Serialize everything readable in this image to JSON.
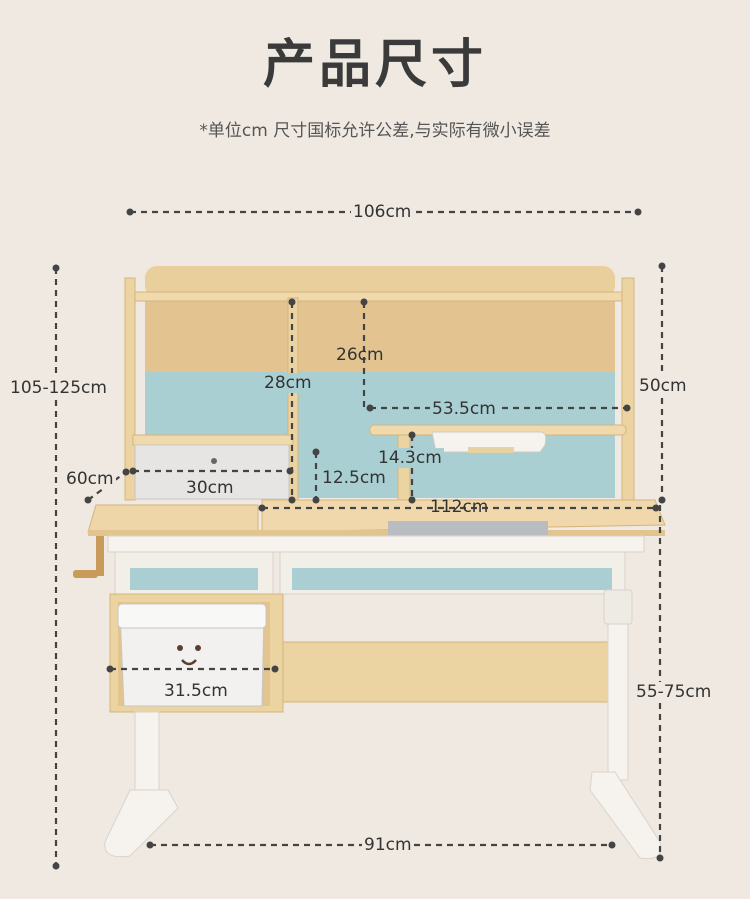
{
  "title": "产品尺寸",
  "subtitle": "*单位cm 尺寸国标允许公差,与实际有微小误差",
  "dimensions": {
    "total_width": "106cm",
    "total_height": "105-125cm",
    "hutch_height": "50cm",
    "desk_height": "55-75cm",
    "base_width": "91cm",
    "desk_top_width": "112cm",
    "depth": "60cm",
    "drawer_width": "30cm",
    "drawer_height": "28cm",
    "shelf_height": "26cm",
    "shelf_width": "53.5cm",
    "small_shelf_height": "14.3cm",
    "gap_height": "12.5cm",
    "bin_width": "31.5cm"
  },
  "colors": {
    "background": "#efe9e1",
    "wood": "#e9cf9c",
    "wood_dark": "#d9b77c",
    "panel_blue": "#a9cfd3",
    "white_frame": "#f6f3ee",
    "drawer_grey": "#e6e5e3"
  }
}
